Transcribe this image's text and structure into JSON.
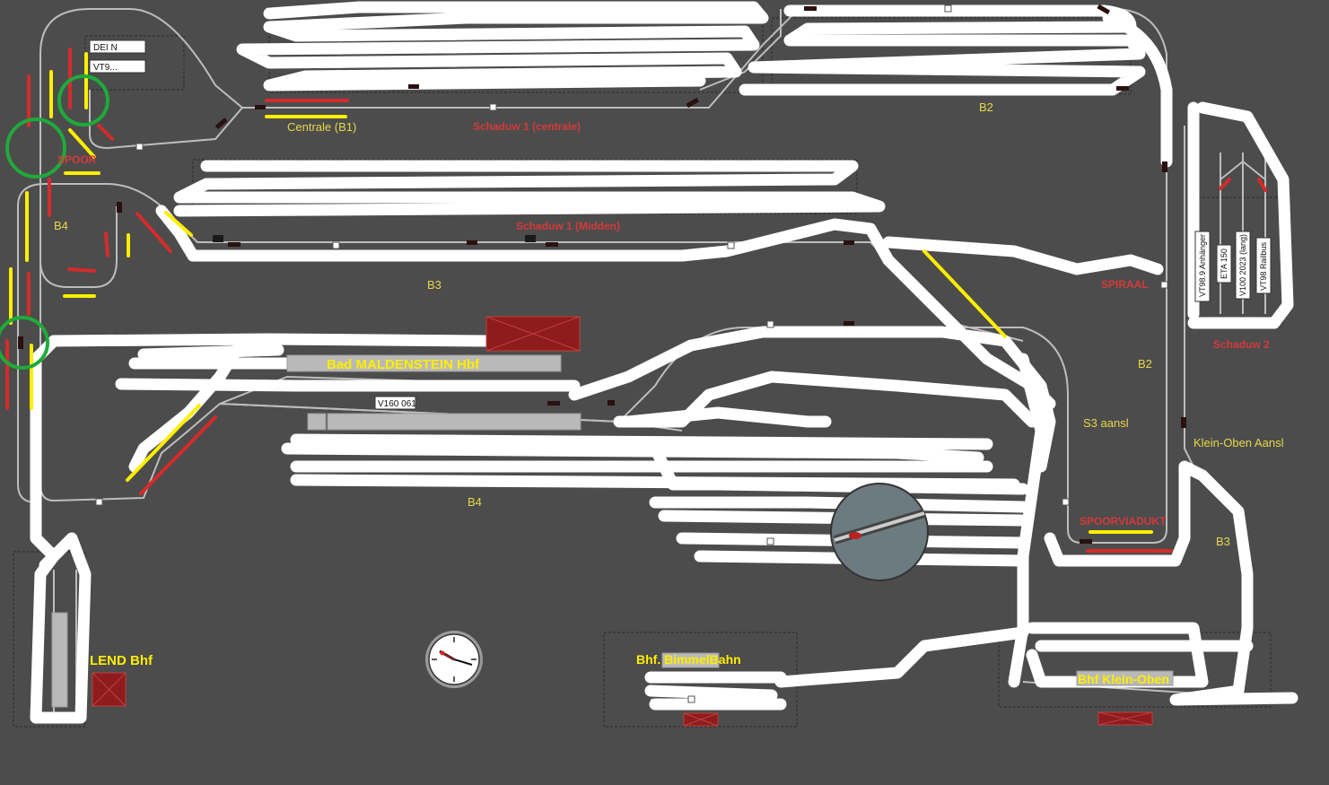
{
  "layout": {
    "block_labels": [
      "B1",
      "B2",
      "B3",
      "B4"
    ],
    "labels": {
      "centrale": "Centrale (B1)",
      "b2_top": "B2",
      "b4_left": "B4",
      "b3_mid": "B3",
      "spiraal": "SPIRAAL",
      "b2_right": "B2",
      "s3_aansl": "S3 aansl",
      "klein_oben_aansl": "Klein-Oben Aansl",
      "spoorviaduct": "SPOORVIADUKT",
      "b3_right": "B3",
      "b4_bottom": "B4",
      "spoor_left": "SPOOR",
      "schaduw1_centrale": "Schaduw 1 (centrale)",
      "schaduw1_midden": "Schaduw 1 (Midden)",
      "schaduw2": "Schaduw 2"
    },
    "stations": {
      "maldenstein": "Bad MALDENSTEIN Hbf",
      "lend": "LEND Bhf",
      "bimmelbahn": "Bhf. BimmelBahn",
      "klein_oben": "Bhf Klein-Oben"
    },
    "locos": {
      "v160": "V160 061",
      "dei": "DEI N",
      "vt9": "VT9...",
      "vt98_anh": "VT98.9 Anhänger",
      "eta150": "ETA 150",
      "v100": "V100 2023 (lang)",
      "vt98_rail": "VT98 Railbus"
    }
  },
  "colors": {
    "background": "#4c4c4c",
    "track": "#bdbdbd",
    "overpaint": "#ffffff",
    "yellow": "#ffee00",
    "red": "#d42b2b",
    "green": "#1faa3a",
    "building": "#8e1c1c"
  }
}
